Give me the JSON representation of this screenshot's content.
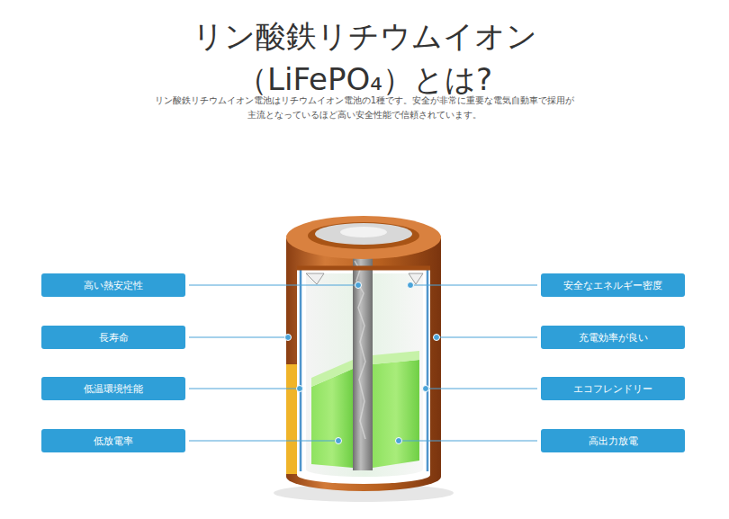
{
  "diagram": {
    "title": "リン酸鉄リチウムイオン （LiFePO₄）とは?",
    "caption": "リン酸鉄リチウムイオン電池はリチウムイオン電池の1種です。安全が非常に重要な電気自動車で採用が 主流となっているほど高い安全性能で信頼されています。",
    "nodes": [
      {
        "text": [
          "高い熱安定性"
        ]
      },
      {
        "text": [
          "安全なエネルギー密度"
        ]
      },
      {
        "text": [
          "長寿命"
        ]
      },
      {
        "text": [
          "充電効率が良い"
        ]
      },
      {
        "text": [
          "低温環境性能"
        ]
      },
      {
        "text": [
          "エコフレンドリー"
        ]
      },
      {
        "text": [
          "低放電率"
        ]
      },
      {
        "text": [
          "高出力放電"
        ]
      }
    ]
  }
}
